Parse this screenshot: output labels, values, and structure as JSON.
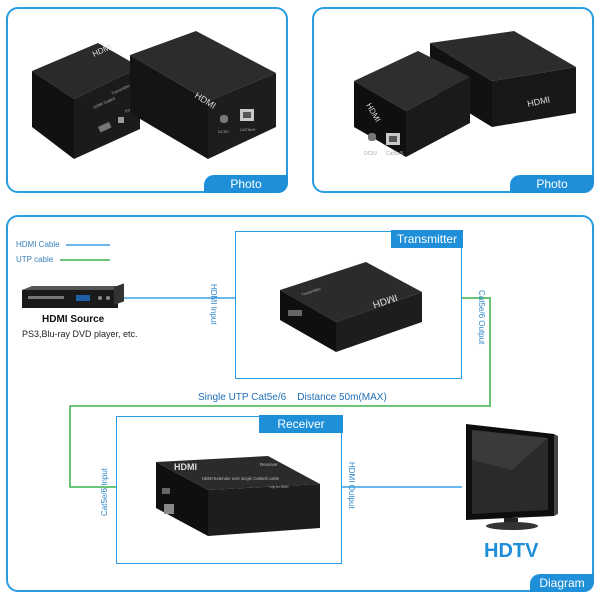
{
  "photo_panels": [
    {
      "tag": "Photo"
    },
    {
      "tag": "Photo"
    }
  ],
  "photo_device_text": {
    "left_transmitter_front": [
      "HDMI Output",
      "Transmitter",
      "Power"
    ],
    "left_receiver_front": [
      "DC5V",
      "CAT5e/6"
    ],
    "right_front_ports": [
      "DC5V",
      "Cat5e/6"
    ]
  },
  "diagram": {
    "tag": "Diagram",
    "legend": [
      {
        "label": "HDMI Cable",
        "color": "#3aa0e8"
      },
      {
        "label": "UTP cable",
        "color": "#3cb34a"
      }
    ],
    "source": {
      "title": "HDMI Source",
      "subtitle": "PS3,Blu-ray DVD player, etc."
    },
    "transmitter": {
      "tag": "Transmitter",
      "input_label": "HDMI Input",
      "output_label": "Cat5e/6 Output",
      "device_text": [
        "HDMI",
        "Transmitter"
      ]
    },
    "link_label": "Single UTP Cat5e/6    Distance 50m(MAX)",
    "receiver": {
      "tag": "Receiver",
      "input_label": "Cat5e/6 Input",
      "output_label": "HDMI Output",
      "device_text": [
        "HDMI",
        "Receiver",
        "HDMI Extender over single Cat5e/6 cable",
        "Up to 50m"
      ]
    },
    "display": {
      "title": "HDTV"
    }
  },
  "colors": {
    "accent": "#1e8fd8",
    "hdmi_cable": "#3aa0e8",
    "utp_cable": "#3cb34a"
  }
}
